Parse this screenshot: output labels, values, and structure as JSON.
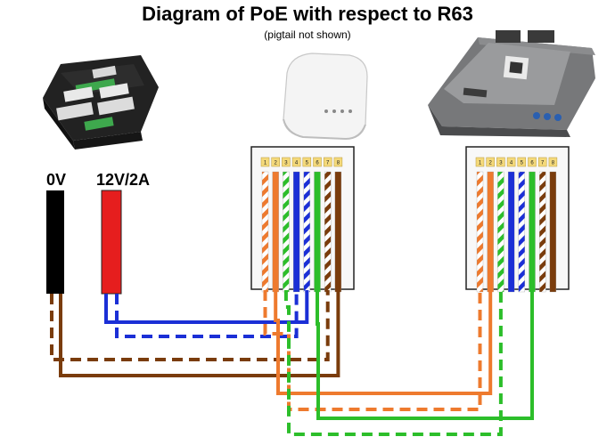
{
  "title": "Diagram of PoE with respect to R63",
  "subtitle": "(pigtail not shown)",
  "power": {
    "ground_label": "0V",
    "positive_label": "12V/2A"
  },
  "connector": {
    "pins": [
      "1",
      "2",
      "3",
      "4",
      "5",
      "6",
      "7",
      "8"
    ]
  },
  "colors": {
    "orange": "#ee7a2e",
    "green": "#2cbe2a",
    "blue": "#1b2fd6",
    "brown": "#7a3c0c",
    "red": "#e61e1e",
    "black": "#000000",
    "pin_yellow": "#f4d97a"
  },
  "wire_order": [
    "orange-white",
    "orange",
    "green-white",
    "blue",
    "blue-white",
    "green",
    "brown-white",
    "brown"
  ],
  "devices": [
    "power-distribution-module-image",
    "wireless-access-point-image",
    "robot-controller-image"
  ]
}
